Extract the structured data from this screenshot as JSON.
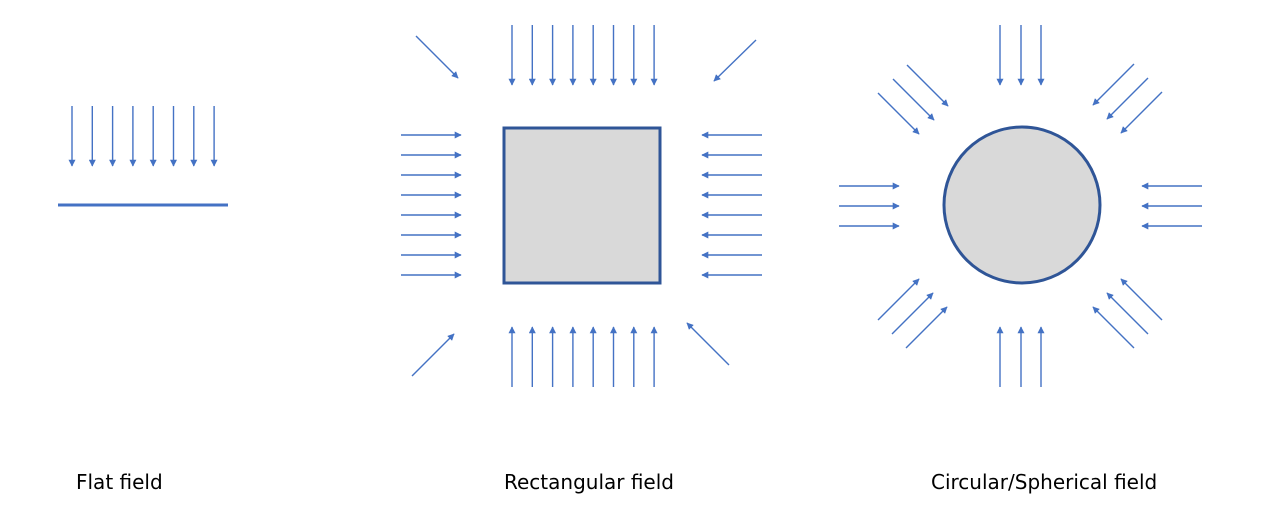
{
  "captions": {
    "flat": "Flat field",
    "rectangular": "Rectangular field",
    "circular": "Circular/Spherical field"
  },
  "colors": {
    "arrow": "#4472c4",
    "outline": "#2f5597",
    "fill": "#d9d9d9"
  }
}
